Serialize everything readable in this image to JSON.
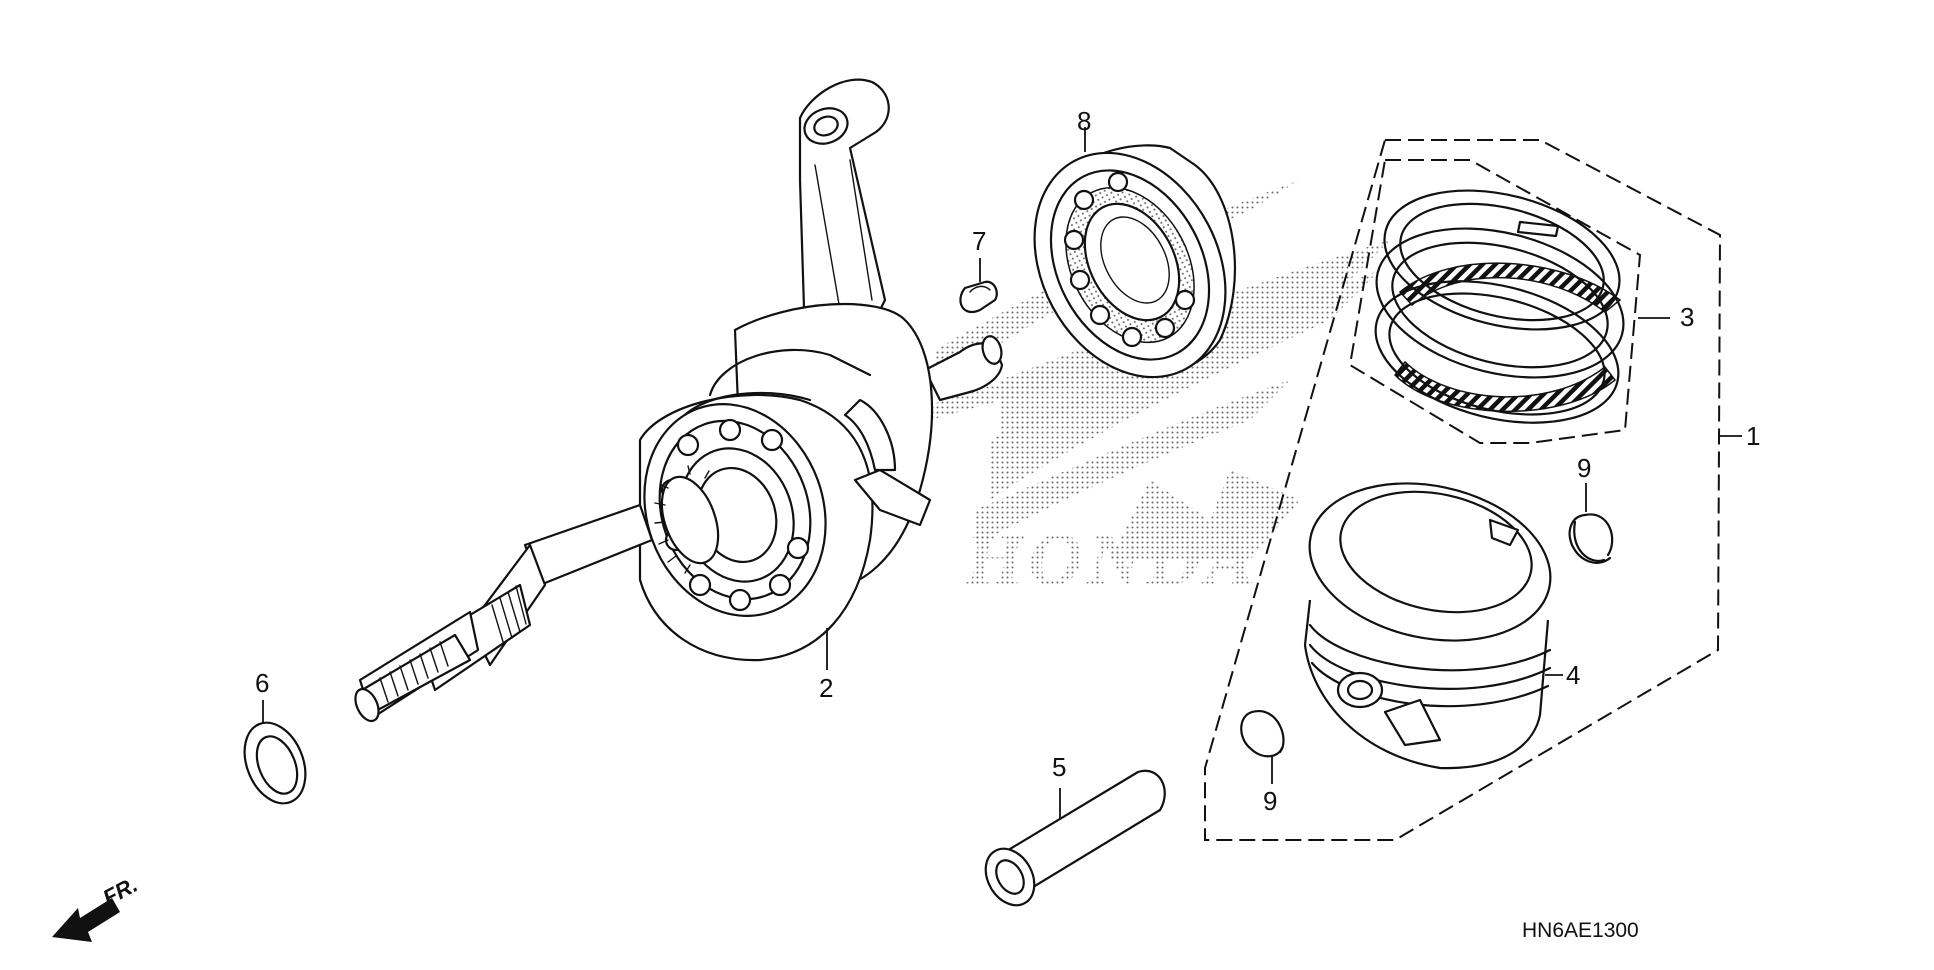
{
  "diagram": {
    "watermark_text": "HONDA",
    "diagram_code": "HN6AE1300",
    "front_arrow_label": "FR.",
    "callouts": {
      "assembly": "1",
      "crankshaft": "2",
      "ring_set": "3",
      "piston": "4",
      "piston_pin": "5",
      "washer": "6",
      "key": "7",
      "bearing": "8",
      "clip_upper": "9",
      "clip_lower": "9"
    }
  }
}
